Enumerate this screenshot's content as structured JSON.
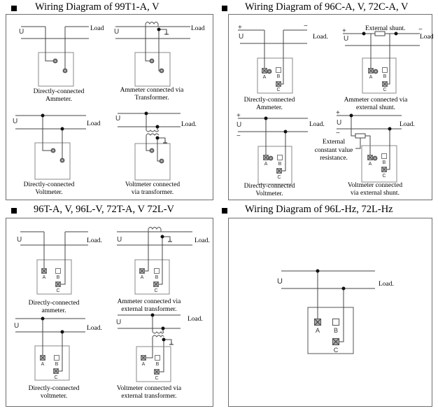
{
  "sections": [
    {
      "title": "Wiring Diagram of 99T1-A, V",
      "diagrams": [
        {
          "caption": [
            "Directly-connected",
            "Ammeter."
          ],
          "line_label": "U",
          "load_label": "Load"
        },
        {
          "caption": [
            "Ammeter connected  via",
            "Transformer."
          ],
          "line_label": "U",
          "load_label": "Load"
        },
        {
          "caption": [
            "Directly-connected",
            "Voltmeter."
          ],
          "line_label": "U",
          "load_label": "Load"
        },
        {
          "caption": [
            "Voltmeter connected",
            "via transformer."
          ],
          "line_label": "U",
          "load_label": "Load."
        }
      ]
    },
    {
      "title": "Wiring Diagram of 96C-A, V, 72C-A, V",
      "diagrams": [
        {
          "caption": [
            "Directly-connected",
            "Ammeter."
          ],
          "line_label": "U",
          "load_label": "Load.",
          "plus": "+",
          "minus": "−"
        },
        {
          "caption": [
            "Ammeter connected  via",
            "external shunt."
          ],
          "line_label": "U",
          "load_label": "Load",
          "plus": "+",
          "minus": "−",
          "component_label": "External  shunt."
        },
        {
          "caption": [
            "Directly-connected",
            "Voltmeter."
          ],
          "line_label": "U",
          "load_label": "Load.",
          "plus": "+",
          "minus": "−"
        },
        {
          "caption": [
            "Voltmeter connected",
            "via external  shunt."
          ],
          "line_label": "U",
          "load_label": "Load.",
          "plus": "+",
          "minus": "−",
          "component_label": [
            "External",
            "constant value",
            "resistance."
          ]
        }
      ]
    },
    {
      "title": "96T-A, V, 96L-V, 72T-A, V 72L-V",
      "diagrams": [
        {
          "caption": [
            "Directly-connected",
            "ammeter."
          ],
          "line_label": "U",
          "load_label": "Load."
        },
        {
          "caption": [
            "Ammeter connected  via",
            "external  transformer."
          ],
          "line_label": "U",
          "load_label": "Load."
        },
        {
          "caption": [
            "Directly-connected",
            "voltmeter."
          ],
          "line_label": "U",
          "load_label": "Load."
        },
        {
          "caption": [
            "Voltmeter connected  via",
            "external  transformer."
          ],
          "line_label": "U",
          "load_label": "Load."
        }
      ]
    },
    {
      "title": "Wiring Diagram of 96L-Hz, 72L-Hz",
      "diagrams": [
        {
          "caption": [],
          "line_label": "U",
          "load_label": "Load."
        }
      ]
    }
  ],
  "terminals": {
    "a": "A",
    "b": "B",
    "c": "C"
  }
}
